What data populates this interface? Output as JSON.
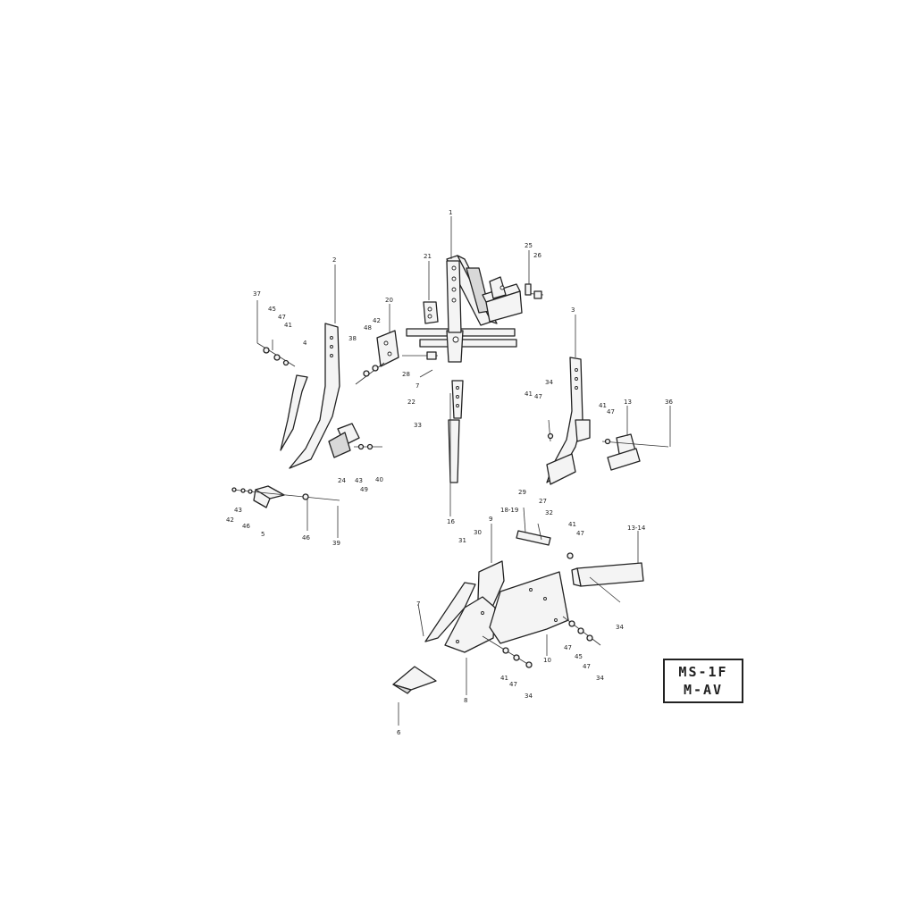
{
  "model_code": {
    "line1": "MS-1F",
    "line2": "M-AV"
  },
  "callouts": [
    {
      "id": "c1",
      "label": "1"
    },
    {
      "id": "c2",
      "label": "2"
    },
    {
      "id": "c21",
      "label": "21"
    },
    {
      "id": "c25",
      "label": "25"
    },
    {
      "id": "c26",
      "label": "26"
    },
    {
      "id": "c20",
      "label": "20"
    },
    {
      "id": "c37",
      "label": "37"
    },
    {
      "id": "c45a",
      "label": "45"
    },
    {
      "id": "c47a",
      "label": "47"
    },
    {
      "id": "c41a",
      "label": "41"
    },
    {
      "id": "c4",
      "label": "4"
    },
    {
      "id": "c38",
      "label": "38"
    },
    {
      "id": "c48",
      "label": "48"
    },
    {
      "id": "c42a",
      "label": "42"
    },
    {
      "id": "c28a",
      "label": "28"
    },
    {
      "id": "c7a",
      "label": "7"
    },
    {
      "id": "c22",
      "label": "22"
    },
    {
      "id": "c33",
      "label": "33"
    },
    {
      "id": "c3",
      "label": "3"
    },
    {
      "id": "c34a",
      "label": "34"
    },
    {
      "id": "c41b",
      "label": "41"
    },
    {
      "id": "c47b",
      "label": "47"
    },
    {
      "id": "c41c",
      "label": "41"
    },
    {
      "id": "c47c",
      "label": "47"
    },
    {
      "id": "c13",
      "label": "13"
    },
    {
      "id": "c36",
      "label": "36"
    },
    {
      "id": "c24",
      "label": "24"
    },
    {
      "id": "c43a",
      "label": "43"
    },
    {
      "id": "c49",
      "label": "49"
    },
    {
      "id": "c40",
      "label": "40"
    },
    {
      "id": "c42b",
      "label": "42"
    },
    {
      "id": "c43b",
      "label": "43"
    },
    {
      "id": "c46a",
      "label": "46"
    },
    {
      "id": "c5",
      "label": "5"
    },
    {
      "id": "c46b",
      "label": "46"
    },
    {
      "id": "c39",
      "label": "39"
    },
    {
      "id": "c16",
      "label": "16"
    },
    {
      "id": "c29",
      "label": "29"
    },
    {
      "id": "c27",
      "label": "27"
    },
    {
      "id": "c18-19",
      "label": "18-19"
    },
    {
      "id": "c32",
      "label": "32"
    },
    {
      "id": "c9",
      "label": "9"
    },
    {
      "id": "c31",
      "label": "31"
    },
    {
      "id": "c30",
      "label": "30"
    },
    {
      "id": "c41d",
      "label": "41"
    },
    {
      "id": "c47d",
      "label": "47"
    },
    {
      "id": "c13-14",
      "label": "13-14"
    },
    {
      "id": "c7b",
      "label": "7"
    },
    {
      "id": "c34b",
      "label": "34"
    },
    {
      "id": "c47e",
      "label": "47"
    },
    {
      "id": "c45b",
      "label": "45"
    },
    {
      "id": "c10",
      "label": "10"
    },
    {
      "id": "c47f",
      "label": "47"
    },
    {
      "id": "c34c",
      "label": "34"
    },
    {
      "id": "c41e",
      "label": "41"
    },
    {
      "id": "c47g",
      "label": "47"
    },
    {
      "id": "c34d",
      "label": "34"
    },
    {
      "id": "c8",
      "label": "8"
    },
    {
      "id": "c6",
      "label": "6"
    }
  ]
}
